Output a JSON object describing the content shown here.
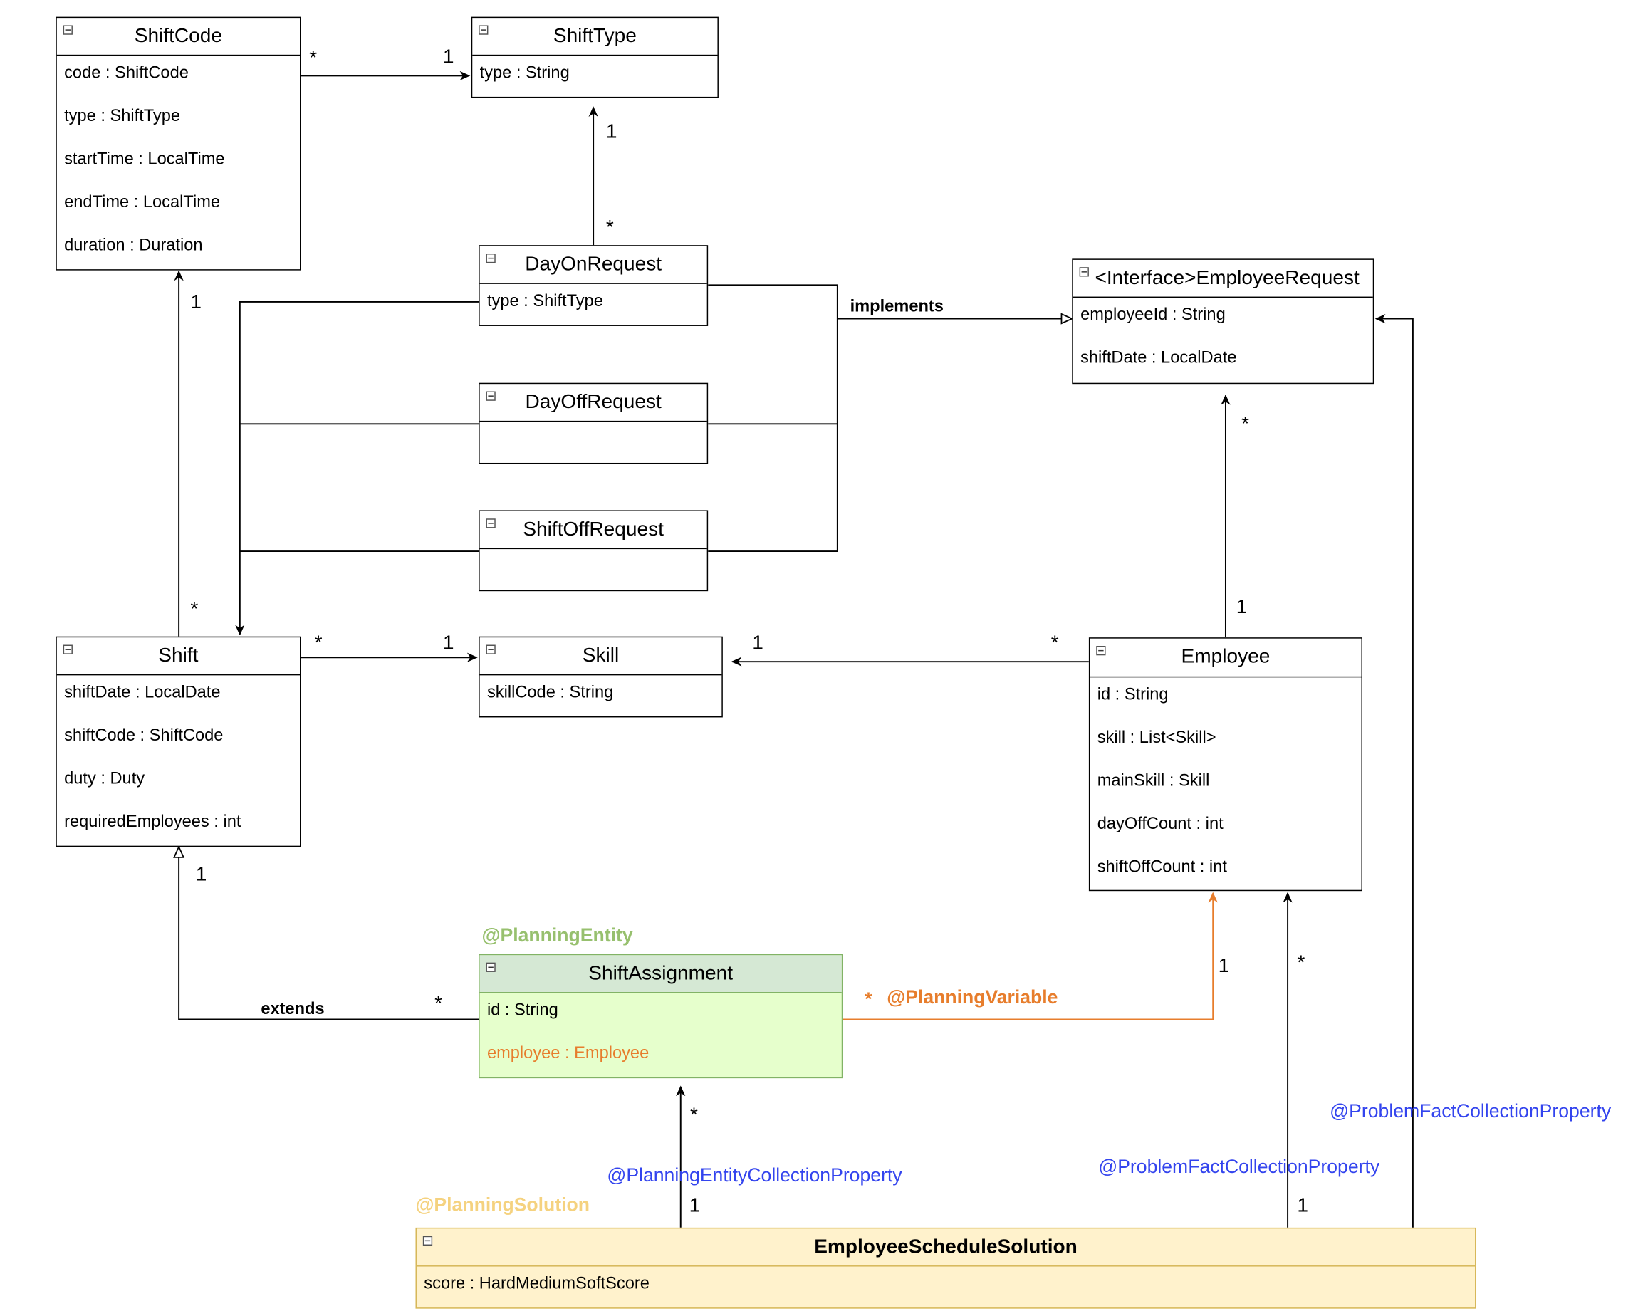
{
  "colors": {
    "line": "#000000",
    "entity_header": "#d5e8d4",
    "entity_body": "#e6ffcc",
    "entity_border": "#82b366",
    "solution_fill": "#fff2cc",
    "solution_border": "#d6b656",
    "planning_entity_label": "#97c06e",
    "planning_solution_label": "#f5d27f",
    "planning_variable": "#e77d2c",
    "property_annotation": "#3344ee"
  },
  "classes": {
    "shiftcode": {
      "name": "ShiftCode",
      "attributes": [
        "code : ShiftCode",
        "type : ShiftType",
        "startTime : LocalTime",
        "endTime : LocalTime",
        "duration : Duration"
      ]
    },
    "shifttype": {
      "name": "ShiftType",
      "attributes": [
        "type : String"
      ]
    },
    "dayonrequest": {
      "name": "DayOnRequest",
      "attributes": [
        "type : ShiftType"
      ]
    },
    "dayoffrequest": {
      "name": "DayOffRequest",
      "attributes": []
    },
    "shiftoffrequest": {
      "name": "ShiftOffRequest",
      "attributes": []
    },
    "employeerequest": {
      "name": "<Interface>EmployeeRequest",
      "attributes": [
        "employeeId : String",
        "shiftDate : LocalDate"
      ]
    },
    "shift": {
      "name": "Shift",
      "attributes": [
        "shiftDate : LocalDate",
        "shiftCode : ShiftCode",
        "duty : Duty",
        "requiredEmployees : int"
      ]
    },
    "skill": {
      "name": "Skill",
      "attributes": [
        "skillCode : String"
      ]
    },
    "employee": {
      "name": "Employee",
      "attributes": [
        "id : String",
        "skill : List<Skill>",
        "mainSkill : Skill",
        "dayOffCount : int",
        "shiftOffCount : int"
      ]
    },
    "shiftassignment": {
      "name": "ShiftAssignment",
      "attributes": [
        "id : String",
        "employee : Employee"
      ]
    },
    "solution": {
      "name": "EmployeeScheduleSolution",
      "attributes": [
        "score : HardMediumSoftScore"
      ]
    }
  },
  "multiplicities": {
    "shiftcode_type_src": "*",
    "shiftcode_type_dst": "1",
    "dayon_type_dst": "1",
    "dayon_type_src": "*",
    "shift_code_dst": "1",
    "shift_code_src": "*",
    "shift_skill_src": "*",
    "shift_skill_dst": "1",
    "emp_skill_dst": "1",
    "emp_skill_src": "*",
    "emp_req_dst": "*",
    "emp_req_src": "1",
    "assign_shift_dst": "1",
    "assign_shift_src": "*",
    "assign_emp_dst": "1",
    "sol_emp_dst": "*",
    "sol_assign_dst": "*",
    "sol_assign_src": "1",
    "sol_emp_src": "1"
  },
  "relation_labels": {
    "implements": "implements",
    "extends": "extends"
  },
  "annotations": {
    "planning_entity": "@PlanningEntity",
    "planning_variable": "@PlanningVariable",
    "planning_variable_mult": "*",
    "planning_solution": "@PlanningSolution",
    "entity_collection_property": "@PlanningEntityCollectionProperty",
    "fact_collection_property_employee": "@ProblemFactCollectionProperty",
    "fact_collection_property_request": "@ProblemFactCollectionProperty"
  }
}
